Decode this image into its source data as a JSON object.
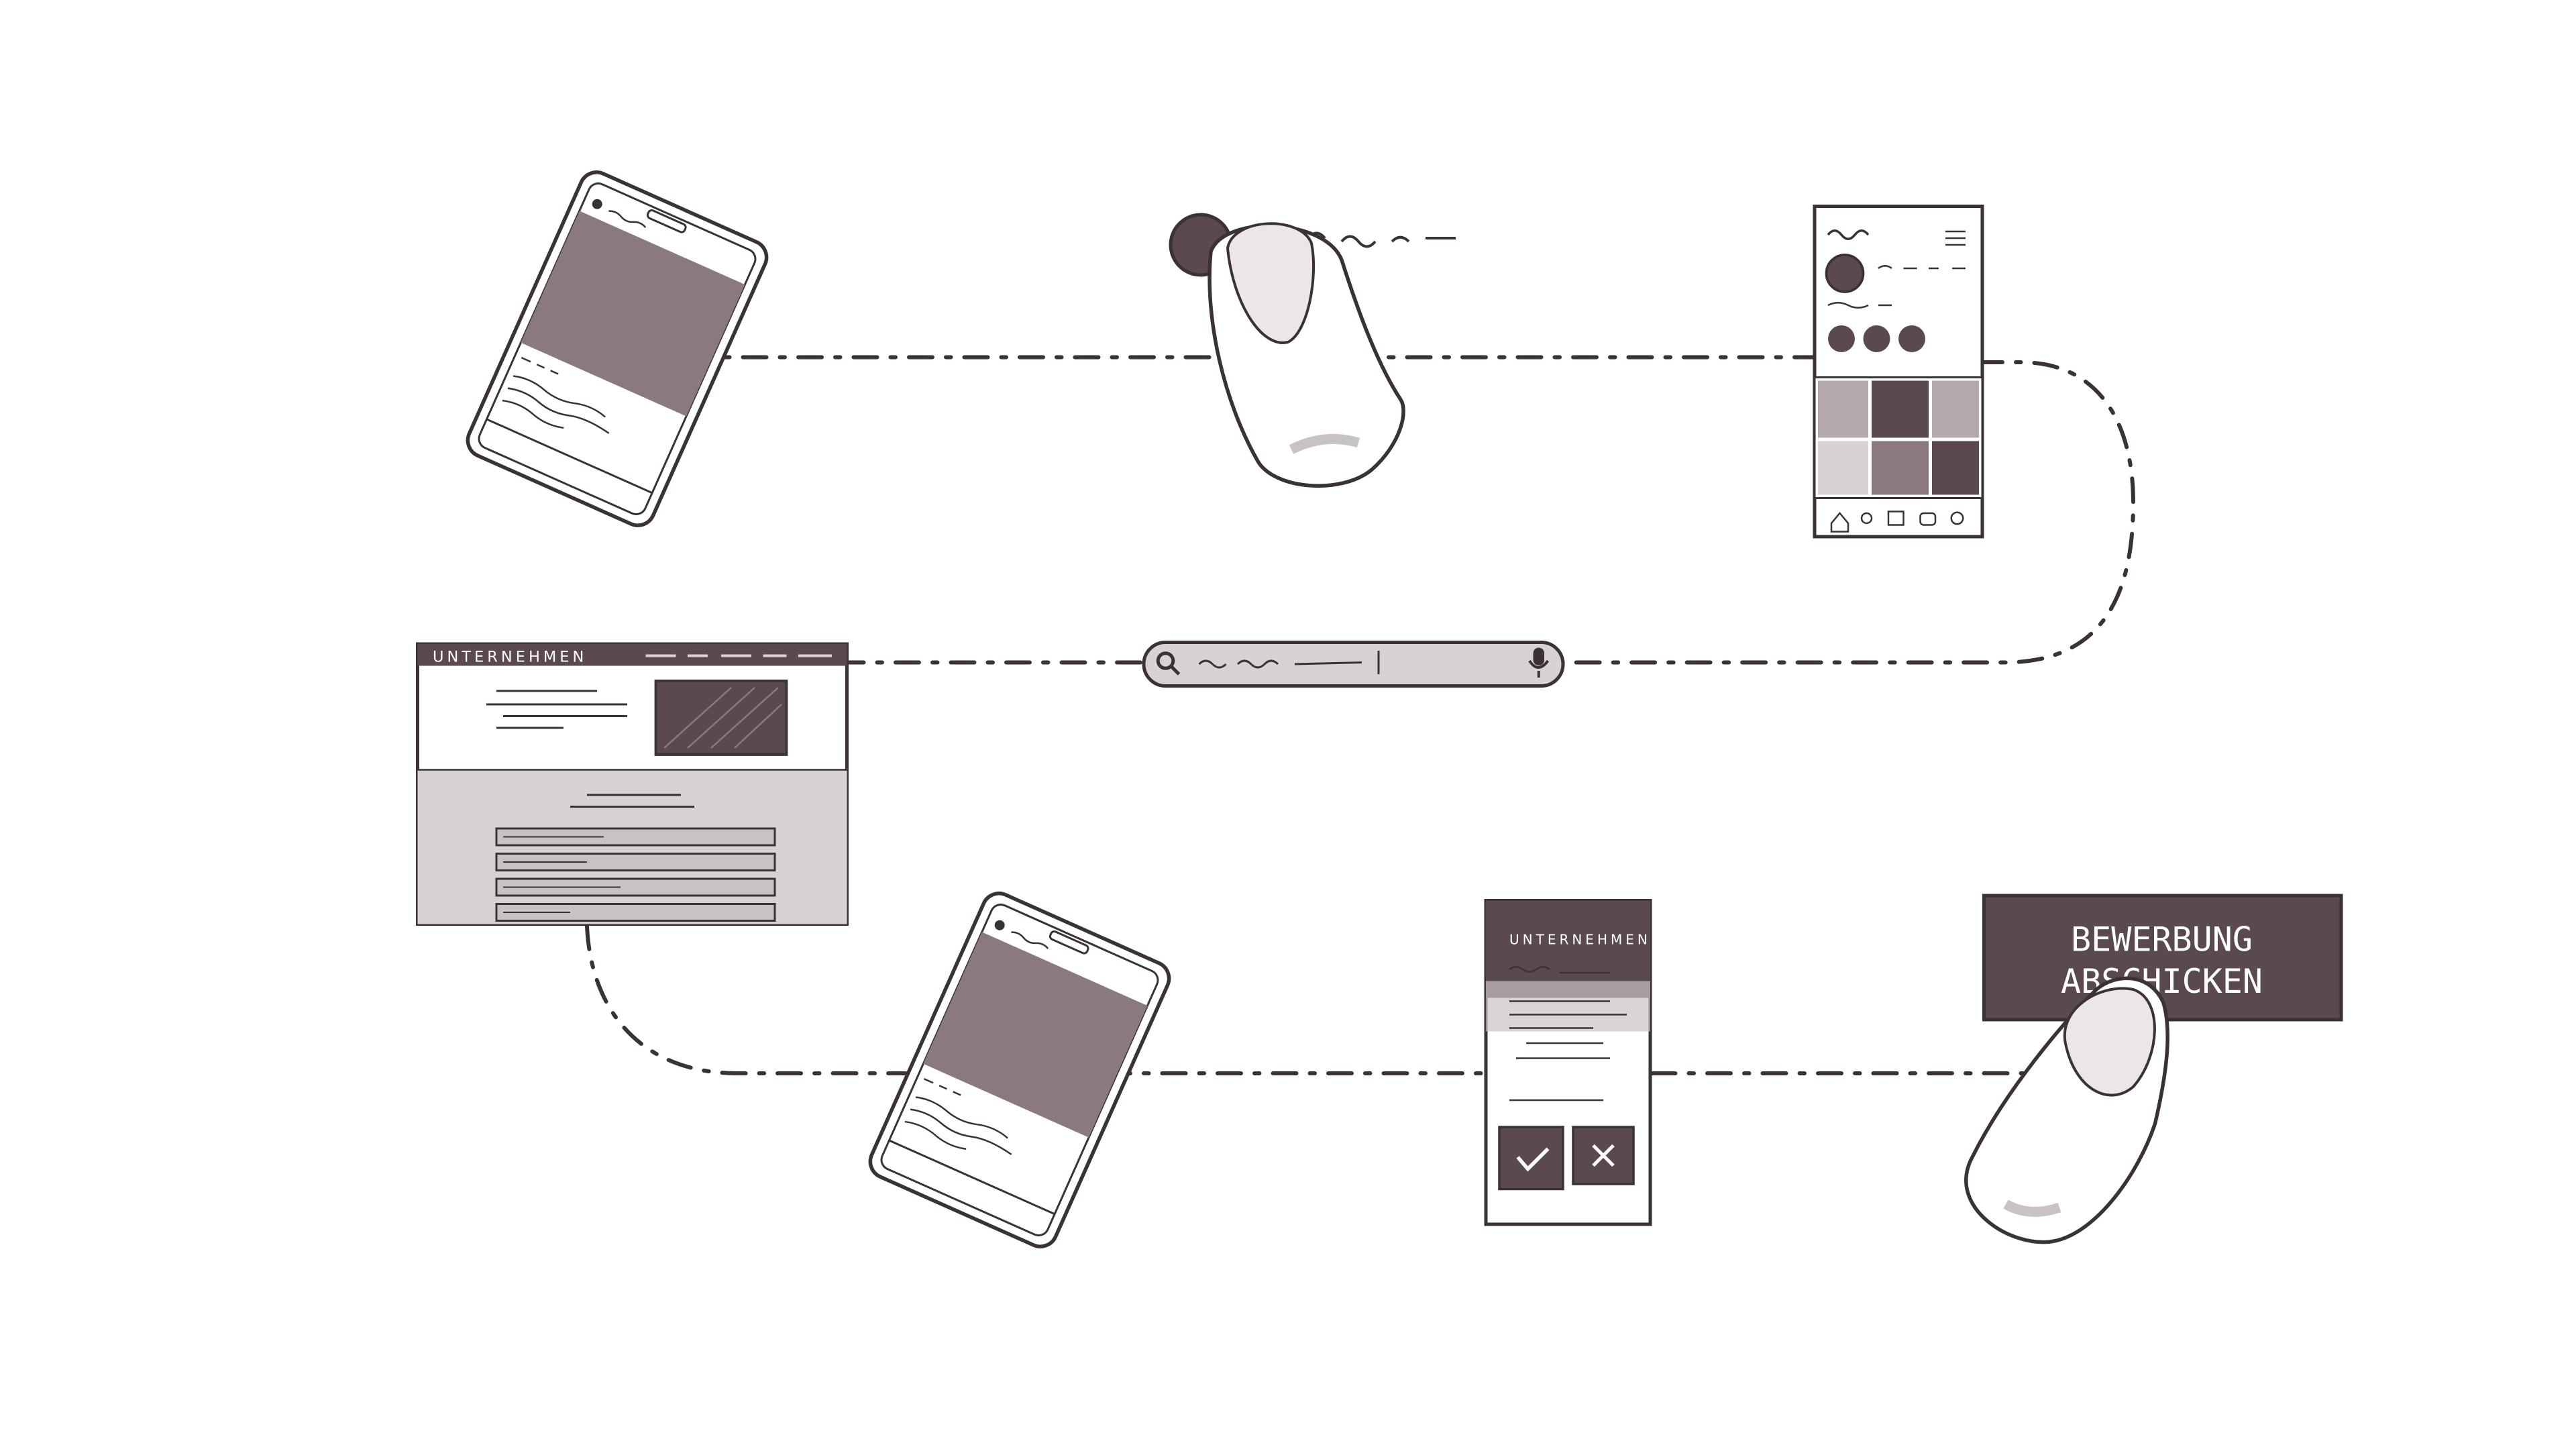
{
  "brand_label": "UNTERNEHMEN",
  "apply_button": {
    "line1": "BEWERBUNG",
    "line2": "ABSCHICKEN"
  },
  "colors": {
    "ink": "#3a3236",
    "dark": "#5a4a50",
    "mid": "#8a7a7e",
    "light": "#d8d2d4",
    "lighter": "#c9c2c4",
    "paper": "#ffffff"
  },
  "icons": {
    "search": "magnifier-icon",
    "mic": "microphone-icon",
    "check": "check-icon",
    "close": "x-icon"
  }
}
